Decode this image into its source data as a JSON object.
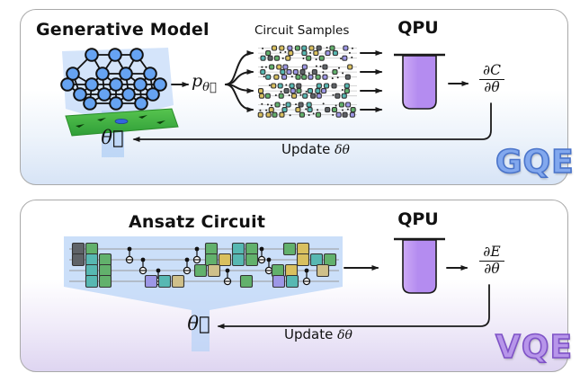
{
  "colors": {
    "accent_blue": "#82a8ee",
    "accent_blue_stroke": "#4a74ca",
    "accent_purple": "#b795ea",
    "accent_purple_stroke": "#7e52c6",
    "qpu_fill": "#b48cf0",
    "qpu_fill_light": "#cdaaf6",
    "node_blue": "#66a3f2",
    "funnel_blue": "#b7d2f6",
    "plane_green_light": "#57c44f",
    "plane_green_dark": "#2f9e38",
    "wire_gray": "#999999",
    "gate_green": "#62b16c",
    "gate_teal": "#57b8b2",
    "gate_yellow": "#d9c05f",
    "gate_tan": "#cfc08a",
    "gate_purple": "#9d97e6",
    "gate_gray": "#5f6368",
    "line_black": "#1a1a1a"
  },
  "gqe_panel": {
    "title": "Generative Model",
    "samples_label": "Circuit Samples",
    "qpu_label": "QPU",
    "prob_label": "p",
    "prob_sub": "θ⃗",
    "gradient_num": "∂C",
    "gradient_den": "∂θ",
    "theta_label": "θ⃗",
    "update_label": "Update",
    "update_math": "δθ",
    "badge": "GQE"
  },
  "vqe_panel": {
    "title": "Ansatz Circuit",
    "qpu_label": "QPU",
    "gradient_num": "∂E",
    "gradient_den": "∂θ",
    "theta_label": "θ⃗",
    "update_label": "Update",
    "update_math": "δθ",
    "badge": "VQE"
  }
}
